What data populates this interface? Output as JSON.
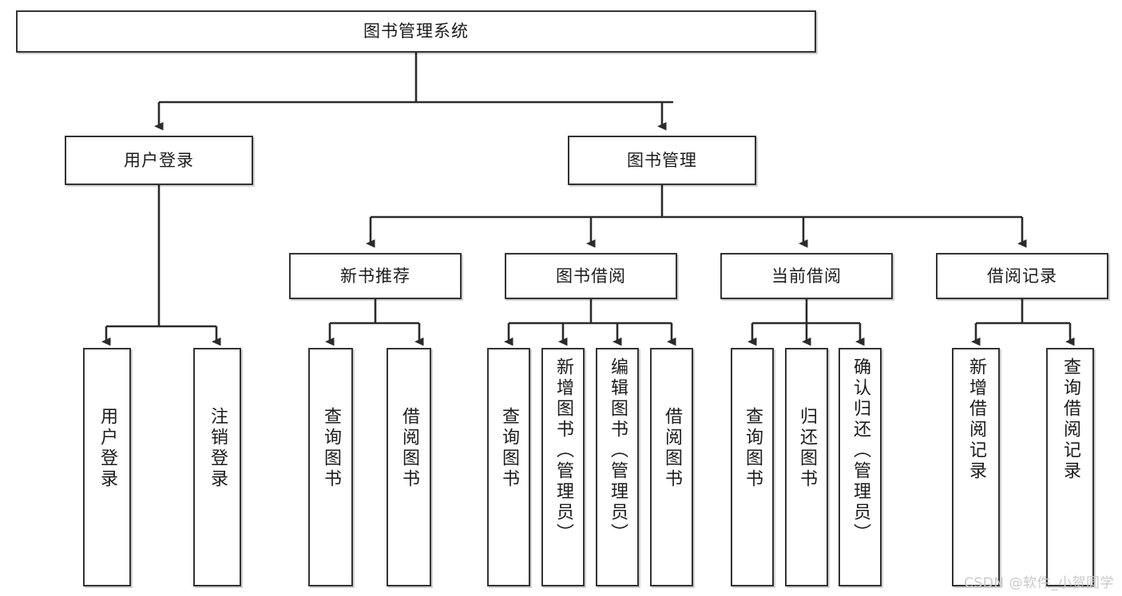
{
  "diagram": {
    "title_node": {
      "label": "图书管理系统"
    },
    "level2": [
      {
        "id": "user-login",
        "label": "用户登录"
      },
      {
        "id": "book-management",
        "label": "图书管理"
      }
    ],
    "level3": [
      {
        "id": "new-book-recommend",
        "label": "新书推荐"
      },
      {
        "id": "book-borrow",
        "label": "图书借阅"
      },
      {
        "id": "current-borrow",
        "label": "当前借阅"
      },
      {
        "id": "borrow-record",
        "label": "借阅记录"
      }
    ],
    "leaves": [
      {
        "id": "leaf-user-login",
        "label": "用户登录"
      },
      {
        "id": "leaf-logout-login",
        "label": "注销登录"
      },
      {
        "id": "leaf-query-book-1",
        "label": "查询图书"
      },
      {
        "id": "leaf-borrow-book-1",
        "label": "借阅图书"
      },
      {
        "id": "leaf-query-book-2",
        "label": "查询图书"
      },
      {
        "id": "leaf-add-book-admin",
        "label": "新增图书（管理员）"
      },
      {
        "id": "leaf-edit-book-admin",
        "label": "编辑图书（管理员）"
      },
      {
        "id": "leaf-borrow-book-2",
        "label": "借阅图书"
      },
      {
        "id": "leaf-query-book-3",
        "label": "查询图书"
      },
      {
        "id": "leaf-return-book",
        "label": "归还图书"
      },
      {
        "id": "leaf-confirm-return-admin",
        "label": "确认归还（管理员）"
      },
      {
        "id": "leaf-add-borrow-record",
        "label": "新增借阅记录"
      },
      {
        "id": "leaf-query-borrow-record",
        "label": "查询借阅记录"
      }
    ]
  },
  "watermark": {
    "text": "CSDN @软件_小贺同学"
  },
  "colors": {
    "box_border": "#333333",
    "box_fill": "#ffffff",
    "edge": "#2b2b2b",
    "text": "#1b1b1b",
    "watermark": "#c9c9c9"
  }
}
